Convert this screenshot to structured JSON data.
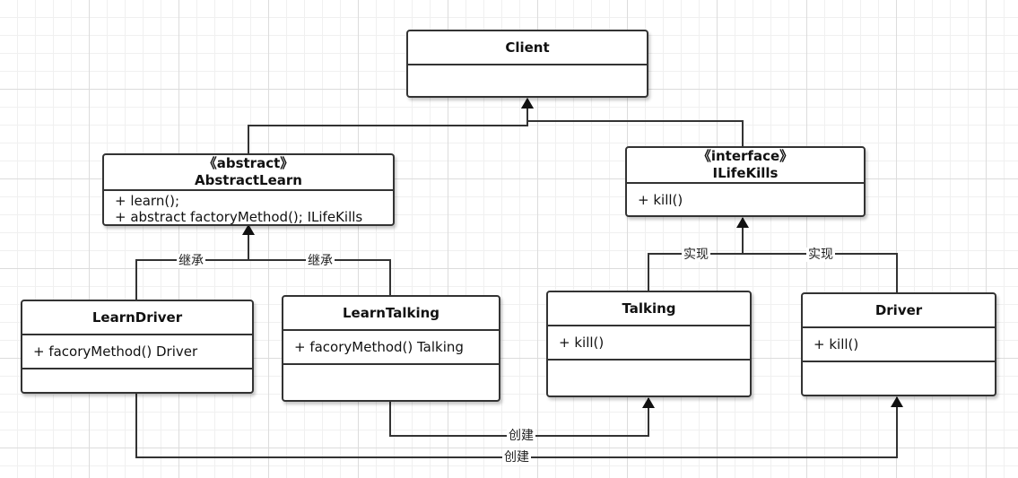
{
  "classes": {
    "client": {
      "name": "Client"
    },
    "abstract_learn": {
      "stereotype": "《abstract》",
      "name": "AbstractLearn",
      "members": [
        "+ learn();",
        "+ abstract factoryMethod(); ILifeKills"
      ]
    },
    "ilife_kills": {
      "stereotype": "《interface》",
      "name": "ILifeKills",
      "members": [
        "+ kill()"
      ]
    },
    "learn_driver": {
      "name": "LearnDriver",
      "members": [
        "+ facoryMethod()  Driver"
      ]
    },
    "learn_talking": {
      "name": "LearnTalking",
      "members": [
        "+ facoryMethod() Talking"
      ]
    },
    "talking": {
      "name": "Talking",
      "members": [
        "+ kill()"
      ]
    },
    "driver": {
      "name": "Driver",
      "members": [
        "+ kill()"
      ]
    }
  },
  "relations": {
    "inherit_label_1": "继承",
    "inherit_label_2": "继承",
    "implement_label_1": "实现",
    "implement_label_2": "实现",
    "create_label_1": "创建",
    "create_label_2": "创建"
  },
  "colors": {
    "line": "#333333",
    "grid_major": "#dcdcdc",
    "grid_minor": "#f0f0f0"
  }
}
